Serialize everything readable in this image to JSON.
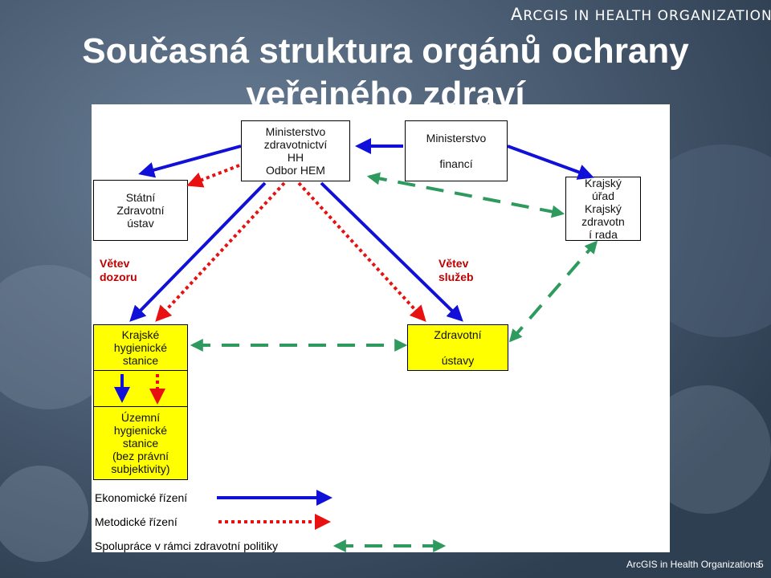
{
  "header": {
    "title_line1": "Současná struktura orgánů ochrany",
    "title_line2": "veřejného zdraví",
    "brand_a": "A",
    "brand_rest": "RC",
    "brand_text": "GIS IN HEALTH ORGANIZATIONS"
  },
  "boxes": {
    "ministry_health": "Ministerstvo\nzdravotnictví\nHH\nOdbor HEM",
    "ministry_finance": "Ministerstvo\n\nfinancí",
    "state_health_institute": "Státní\nZdravotní\nústav",
    "regional_office": "Krajský\núřad\nKrajský\nzdravotn\ní rada",
    "regional_hygiene": "Krajské\nhygienické\nstanice",
    "health_facilities": "Zdravotní\n\nústavy",
    "territorial_hygiene": "Územní\nhygienické\nstanice\n(bez právní\nsubjektivity)"
  },
  "branches": {
    "supervision": "Větev\ndozoru",
    "services": "Větev\nslužeb"
  },
  "legend": {
    "economic": "Ekonomické řízení",
    "methodical": "Metodické řízení",
    "cooperation": "Spolupráce v rámci zdravotní politiky"
  },
  "footer": {
    "text": "ArcGIS in Health Organizations",
    "page": "5"
  },
  "colors": {
    "economic": "#1010d8",
    "methodical": "#e81010",
    "cooperation": "#2e9a5e",
    "box_fill": "#ffff00",
    "panel": "#ffffff"
  }
}
